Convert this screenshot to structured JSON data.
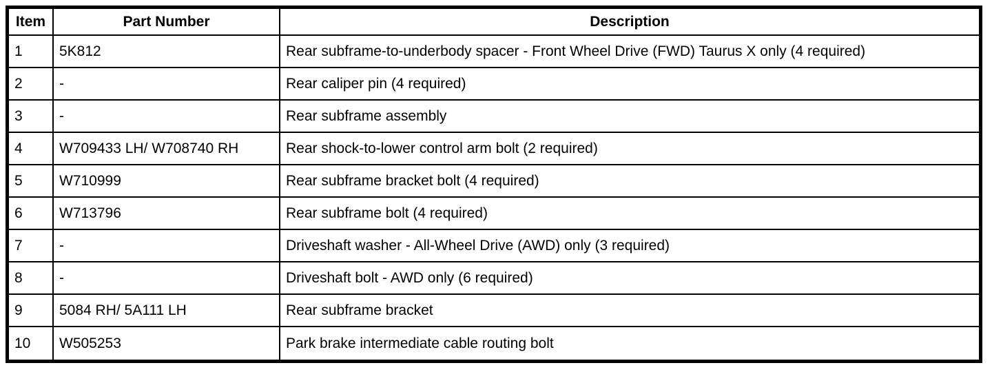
{
  "page": {
    "background_color": "#ffffff",
    "border_color": "#000000",
    "text_color": "#000000"
  },
  "table": {
    "columns": [
      {
        "key": "item",
        "label": "Item"
      },
      {
        "key": "part_number",
        "label": "Part Number"
      },
      {
        "key": "description",
        "label": "Description"
      }
    ],
    "rows": [
      {
        "item": "1",
        "part_number": "5K812",
        "description": "Rear subframe-to-underbody spacer - Front Wheel Drive (FWD) Taurus X only (4 required)"
      },
      {
        "item": "2",
        "part_number": "-",
        "description": "Rear caliper pin (4 required)"
      },
      {
        "item": "3",
        "part_number": "-",
        "description": "Rear subframe assembly"
      },
      {
        "item": "4",
        "part_number": "W709433 LH/ W708740 RH",
        "description": "Rear shock-to-lower control arm bolt (2 required)"
      },
      {
        "item": "5",
        "part_number": "W710999",
        "description": "Rear subframe bracket bolt (4 required)"
      },
      {
        "item": "6",
        "part_number": "W713796",
        "description": "Rear subframe bolt (4 required)"
      },
      {
        "item": "7",
        "part_number": "-",
        "description": "Driveshaft washer - All-Wheel Drive (AWD) only (3 required)"
      },
      {
        "item": "8",
        "part_number": "-",
        "description": "Driveshaft bolt - AWD only (6 required)"
      },
      {
        "item": "9",
        "part_number": "5084 RH/ 5A111 LH",
        "description": "Rear subframe bracket"
      },
      {
        "item": "10",
        "part_number": "W505253",
        "description": "Park brake intermediate cable routing bolt"
      }
    ]
  }
}
